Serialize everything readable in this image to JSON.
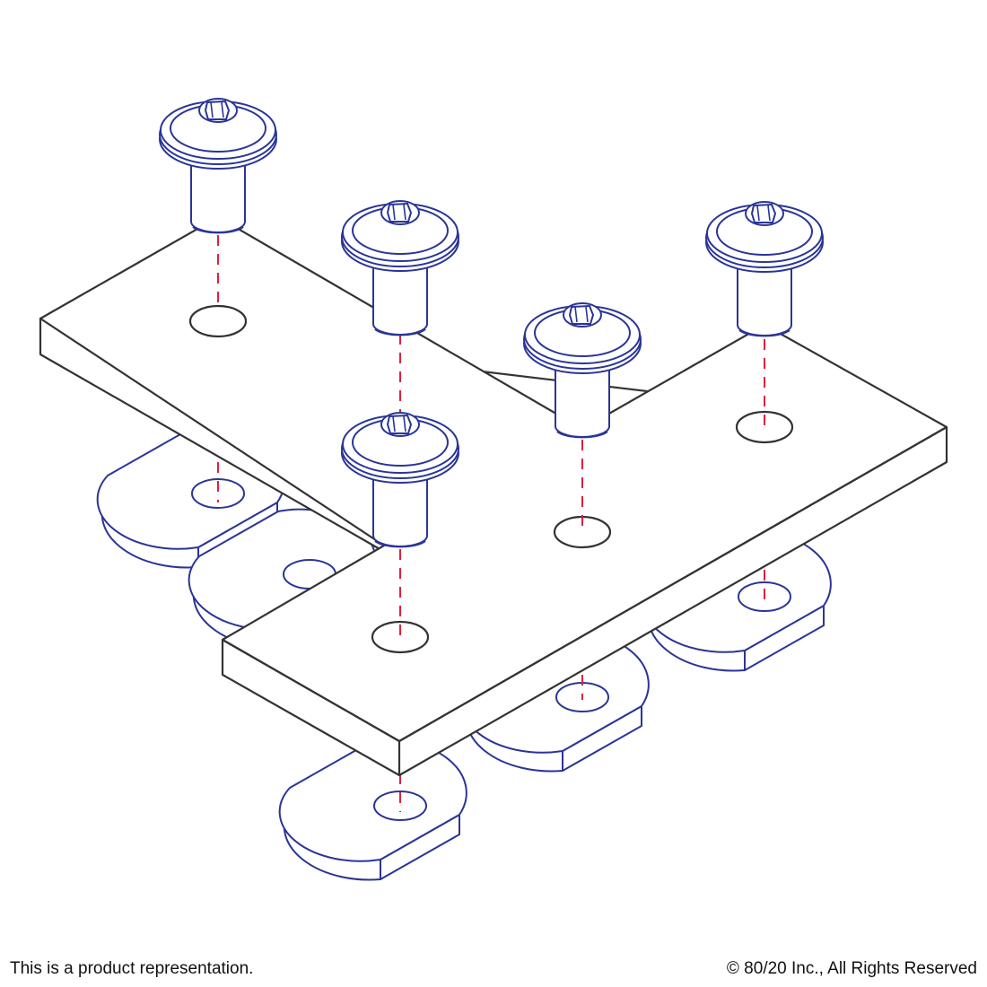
{
  "footer": {
    "disclaimer": "This is a product representation.",
    "copyright": "© 80/20 Inc., All Rights Reserved"
  },
  "colors": {
    "plate": "#333333",
    "hardware": "#2a3597",
    "axis_line": "#e0203a"
  },
  "icons": [
    "button-head-screw",
    "t-nut",
    "mounting-plate"
  ]
}
